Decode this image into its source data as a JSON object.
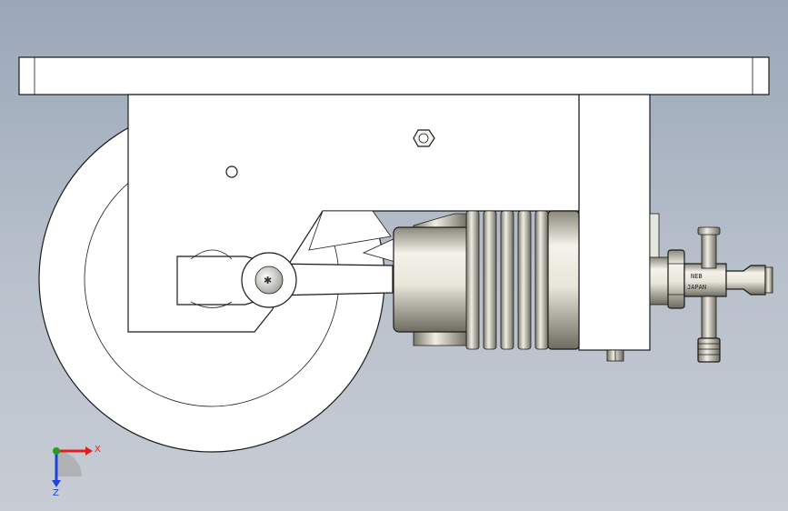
{
  "viewport": {
    "background_top": "#9aa7b8",
    "background_bottom": "#c7ccd4"
  },
  "triad": {
    "x_label": "X",
    "z_label": "Z",
    "x_color": "#e02020",
    "y_color": "#20a020",
    "z_color": "#2040e0"
  },
  "part_stamp": {
    "line1": "NEB",
    "line2": "JAPAN"
  },
  "colors": {
    "part_fill": "#ffffff",
    "metal_light": "#f2f0e6",
    "metal_dark": "#8a887a",
    "outline": "#1a1a1a"
  }
}
